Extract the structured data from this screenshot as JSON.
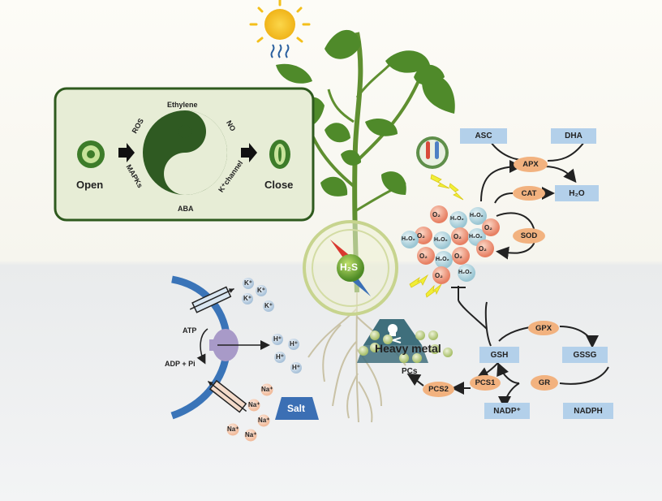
{
  "stomata": {
    "open": "Open",
    "close": "Close",
    "ethylene": "Ethylene",
    "ros": "ROS",
    "no": "NO",
    "mapks": "MAPKs",
    "k_channel": "K⁺channel",
    "aba": "ABA"
  },
  "center": {
    "h2s": "H₂S"
  },
  "ros_network": {
    "asc": "ASC",
    "dha": "DHA",
    "apx": "APX",
    "cat": "CAT",
    "h2o": "H₂O",
    "sod": "SOD",
    "o2": "O₂",
    "h2o2": "H₂O₂"
  },
  "glutathione": {
    "gpx": "GPX",
    "gsh": "GSH",
    "gssg": "GSSG",
    "gr": "GR",
    "pcs1": "PCS1",
    "pcs2": "PCS2",
    "pcs": "PCs",
    "nadp": "NADP⁺",
    "nadph": "NADPH"
  },
  "heavy_metal": {
    "label": "Heavy metal"
  },
  "membrane": {
    "atp": "ATP",
    "adp": "ADP + Pi",
    "k_ion": "K⁺",
    "h_ion": "H⁺",
    "na_ion": "Na⁺",
    "salt": "Salt"
  },
  "colors": {
    "green_dark": "#2e5a1e",
    "green_leaf": "#6aa83a",
    "panel_bg": "#e7edd6",
    "blue_box": "#b3d0ea",
    "orange_oval": "#f2b27f",
    "membrane_blue": "#3a74b8",
    "salt_blue": "#3b6fb4",
    "sun": "#f5c21b"
  },
  "icons": [
    "sun-icon",
    "thermometer-icon",
    "lightning-icon",
    "skull-icon",
    "compass-icon",
    "yin-yang-icon"
  ]
}
